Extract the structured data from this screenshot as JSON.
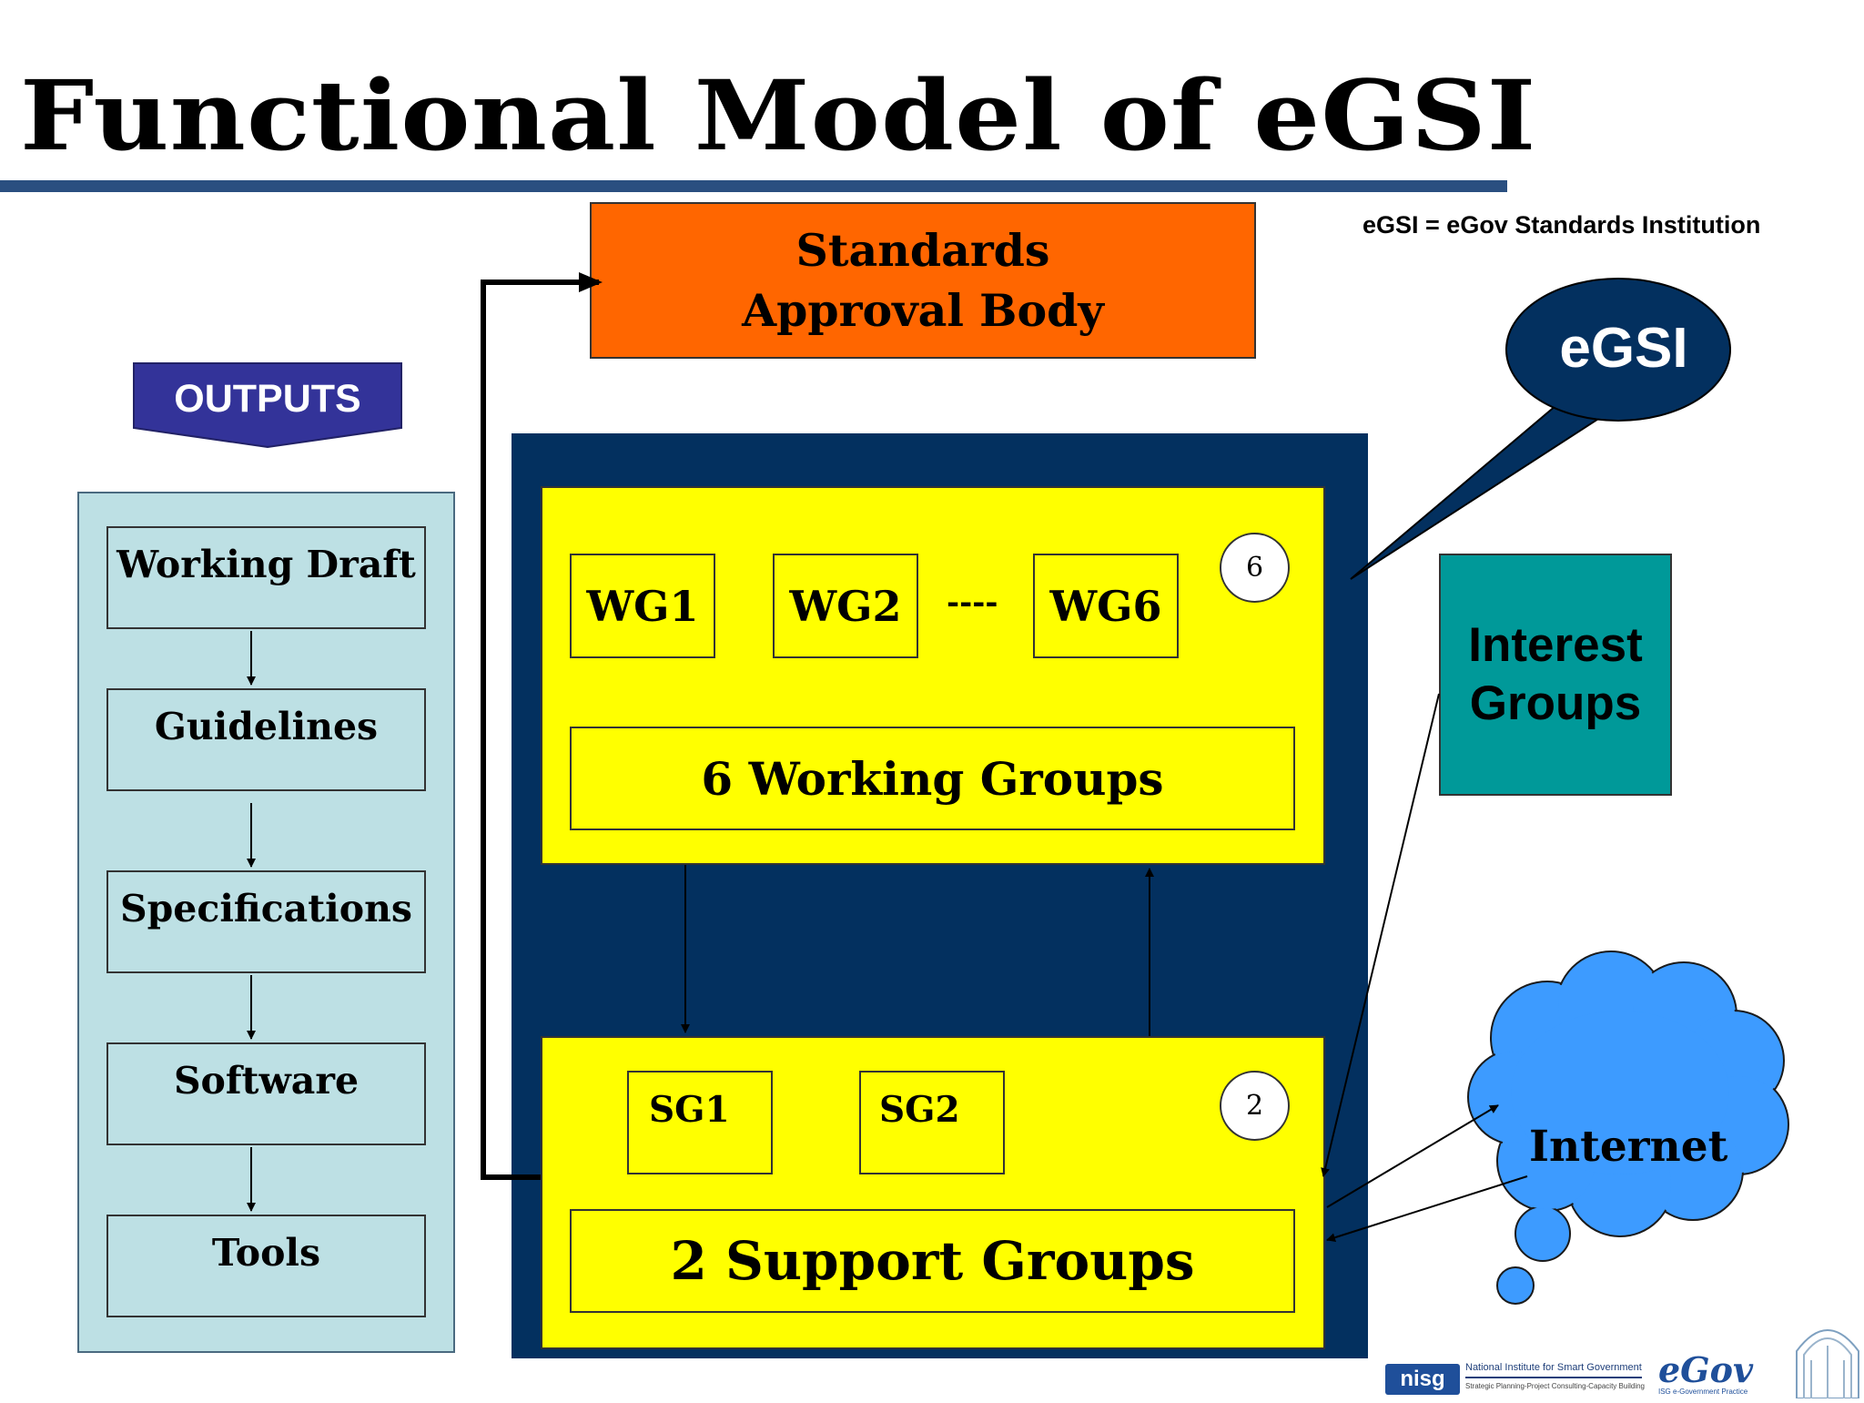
{
  "title": "Functional Model of eGSI",
  "abbreviation_note": "eGSI = eGov Standards Institution",
  "approval_body": {
    "line1": "Standards",
    "line2": "Approval Body"
  },
  "outputs": {
    "label": "OUTPUTS",
    "items": [
      "Working Draft",
      "Guidelines",
      "Specifications",
      "Software",
      "Tools"
    ]
  },
  "working_groups": {
    "items": [
      "WG1",
      "WG2",
      "WG6"
    ],
    "ellipsis": "----",
    "count_badge": "6",
    "label": "6 Working Groups"
  },
  "support_groups": {
    "items": [
      "SG1",
      "SG2"
    ],
    "count_badge": "2",
    "label": "2 Support Groups"
  },
  "interest_groups": {
    "line1": "Interest",
    "line2": "Groups"
  },
  "speech_bubble": {
    "text": "eGSI"
  },
  "internet": {
    "label": "Internet"
  },
  "footer": {
    "nisg_logo": "nisg",
    "nisg_name": "National Institute for Smart Government",
    "nisg_tagline": "Strategic Planning-Project Consulting-Capacity Building",
    "egov_logo": "eGov",
    "egov_tagline": "ISG e-Government Practice"
  },
  "colors": {
    "title_rule": "#2a4f80",
    "approval_body": "#ff6600",
    "outputs_tag": "#333399",
    "outputs_panel": "#bde0e4",
    "egsi_frame": "#03305f",
    "groups": "#ffff00",
    "interest_groups": "#009999",
    "internet_cloud": "#3d9bff"
  }
}
